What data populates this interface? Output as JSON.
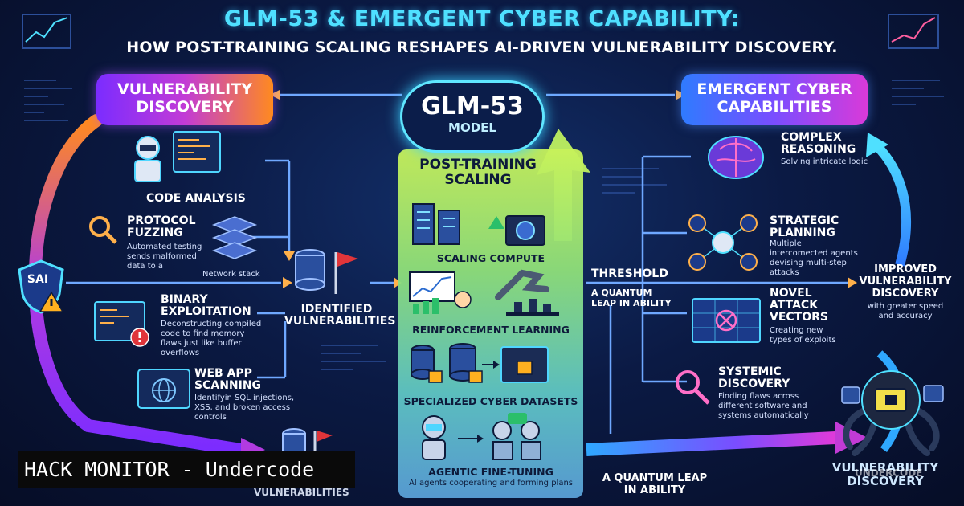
{
  "title": {
    "main": "GLM-53 & EMERGENT CYBER CAPABILITY:",
    "subtitle": "HOW POST-TRAINING SCALING RESHAPES AI-DRIVEN VULNERABILITY DISCOVERY."
  },
  "left_header": "VULNERABILITY DISCOVERY",
  "right_header": "EMERGENT CYBER CAPABILITIES",
  "center": {
    "model_name": "GLM-53",
    "model_sub": "MODEL",
    "panel_title": "POST-TRAINING SCALING",
    "items": [
      {
        "label": "SCALING COMPUTE"
      },
      {
        "label": "REINFORCEMENT LEARNING"
      },
      {
        "label": "SPECIALIZED CYBER DATASETS"
      },
      {
        "label": "AGENTIC FINE-TUNING",
        "desc": "AI agents cooperating and forming plans"
      }
    ]
  },
  "left": {
    "shield_text": "SAI",
    "code_analysis": "CODE ANALYSIS",
    "protocol_fuzzing": {
      "label": "PROTOCOL FUZZING",
      "desc": "Automated testing sends malformed data to a",
      "extra": "Network stack"
    },
    "binary_exploitation": {
      "label": "BINARY EXPLOITATION",
      "desc": "Deconstructing compiled code to find memory flaws just like buffer overflows"
    },
    "web_app_scanning": {
      "label": "WEB APP SCANNING",
      "desc": "Identifyin SQL injections, XSS, and broken access controls"
    },
    "identified": "IDENTIFIED VULNERABILITIES",
    "bottom_identified": "VULNERABILITIES"
  },
  "right": {
    "threshold": "THRESHOLD",
    "leap_top": "A QUANTUM LEAP IN ABILITY",
    "leap_bottom": "A QUANTUM LEAP IN ABILITY",
    "items": [
      {
        "label": "COMPLEX REASONING",
        "desc": "Solving intricate logic"
      },
      {
        "label": "STRATEGIC PLANNING",
        "desc": "Multiple intercomected agents devising multi-step attacks"
      },
      {
        "label": "NOVEL ATTACK VECTORS",
        "desc": "Creating new types of exploits"
      },
      {
        "label": "SYSTEMIC DISCOVERY",
        "desc": "Finding flaws across different software and systems automatically"
      }
    ],
    "improved": {
      "label": "IMPROVED VULNERABILITY DISCOVERY",
      "desc": "with greater speed and accuracy"
    },
    "bottom_right": "VULNERABILITY DISCOVERY",
    "watermark": "UNDERCODE"
  },
  "banner": "HACK MONITOR - Undercode",
  "colors": {
    "cyan": "#4fe0ff",
    "lime": "#c8f25a",
    "purple": "#b13be0",
    "orange": "#ff8a1f",
    "red": "#e0353a"
  }
}
